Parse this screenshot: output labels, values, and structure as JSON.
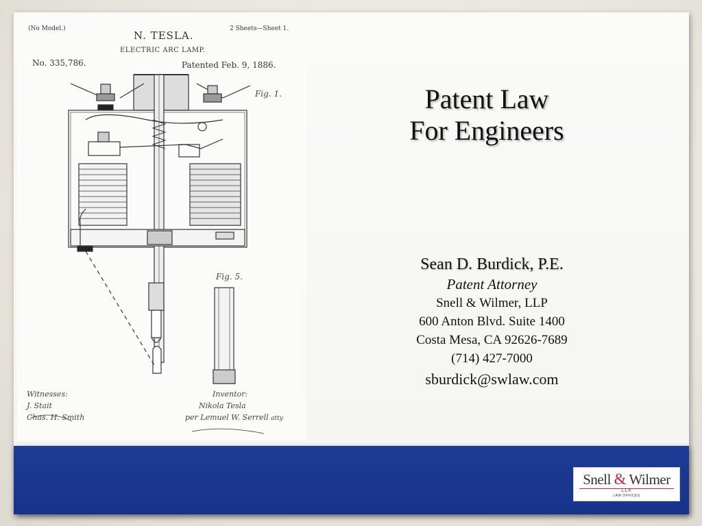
{
  "patent": {
    "no_model": "(No Model.)",
    "sheets": "2 Sheets—Sheet 1.",
    "inventor_name": "N. TESLA.",
    "subject": "ELECTRIC ARC LAMP.",
    "number": "No. 335,786.",
    "date": "Patented Feb. 9, 1886.",
    "fig1": "Fig. 1.",
    "fig5": "Fig. 5.",
    "witnesses_label": "Witnesses:",
    "witness1": "J. Stait",
    "witness2": "Chas. H. Smith",
    "inventor_label": "Inventor:",
    "inventor_sig": "Nikola Tesla",
    "attorney_sig": "per Lemuel W. Serrell",
    "attorney_suffix": "atty"
  },
  "title": {
    "line1": "Patent Law",
    "line2": "For Engineers"
  },
  "contact": {
    "name": "Sean D. Burdick, P.E.",
    "role": "Patent Attorney",
    "firm": "Snell & Wilmer, LLP",
    "address1": "600 Anton Blvd. Suite 1400",
    "address2": "Costa Mesa, CA 92626-7689",
    "phone": "(714) 427-7000",
    "email": "sburdick@swlaw.com"
  },
  "logo": {
    "name_left": "Snell",
    "amp": "&",
    "name_right": "Wilmer",
    "llp": "L.L.P.",
    "sub": "LAW OFFICES"
  },
  "colors": {
    "bar": "#1b3790",
    "logo_accent": "#c0254a"
  }
}
